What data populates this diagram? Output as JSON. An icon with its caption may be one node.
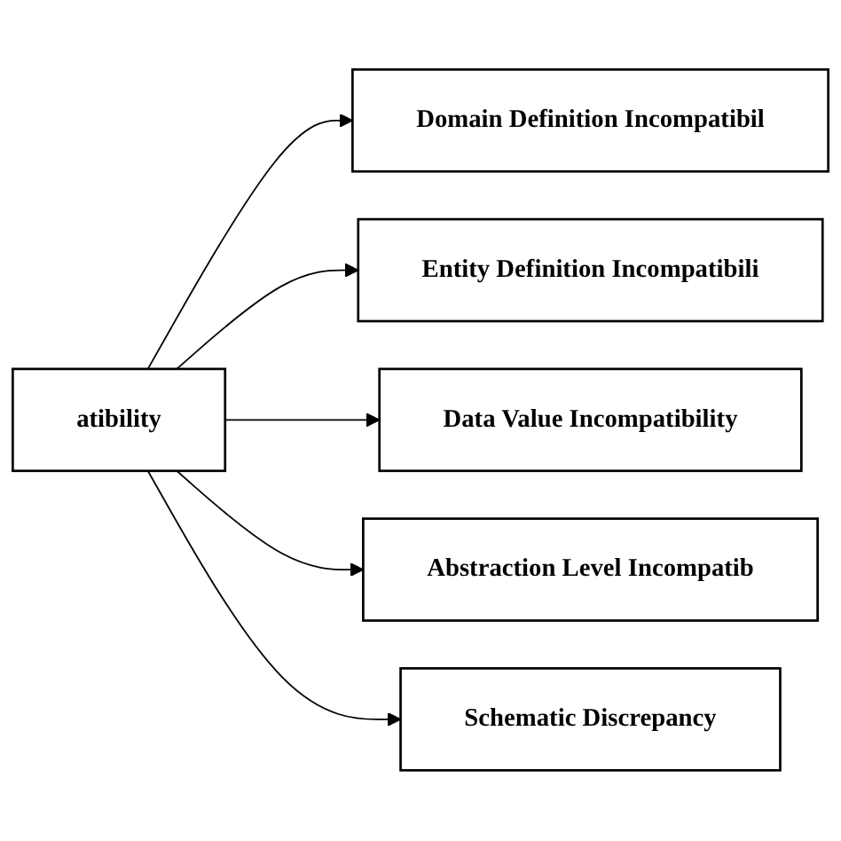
{
  "diagram": {
    "nodes": [
      {
        "text": [
          "atibility"
        ]
      },
      {
        "text": [
          "Domain Definition Incompatibil"
        ]
      },
      {
        "text": [
          "Entity Definition Incompatibili"
        ]
      },
      {
        "text": [
          "Data Value Incompatibility"
        ]
      },
      {
        "text": [
          "Abstraction Level Incompatib"
        ]
      },
      {
        "text": [
          "Schematic Discrepancy"
        ]
      }
    ],
    "edges": [
      {
        "from": 0,
        "to": 1,
        "arrow": "to"
      },
      {
        "from": 0,
        "to": 2,
        "arrow": "to"
      },
      {
        "from": 0,
        "to": 3,
        "arrow": "to"
      },
      {
        "from": 0,
        "to": 4,
        "arrow": "to"
      },
      {
        "from": 0,
        "to": 5,
        "arrow": "to"
      }
    ]
  }
}
